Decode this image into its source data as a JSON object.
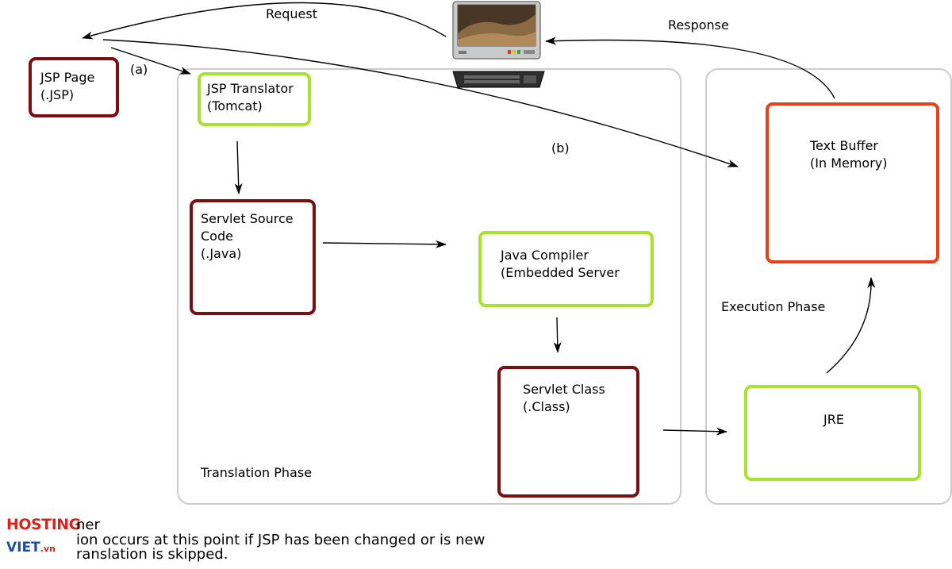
{
  "labels": {
    "request": "Request",
    "response": "Response",
    "a": "(a)",
    "b": "(b)",
    "translation_phase": "Translation Phase",
    "execution_phase": "Execution Phase"
  },
  "boxes": {
    "jsp_page": "JSP Page\n(.JSP)",
    "jsp_translator": "JSP Translator\n(Tomcat)",
    "servlet_source": "Servlet Source\nCode\n(.Java)",
    "java_compiler": "Java Compiler\n(Embedded Server",
    "servlet_class": "Servlet Class\n(.Class)",
    "text_buffer": "Text Buffer\n(In Memory)",
    "jre": "JRE"
  },
  "logo": {
    "hosting": "HOSTING",
    "viet": "VIET",
    "vn": ".vn"
  },
  "footer": {
    "line1": "ner",
    "line2": "ion occurs at this point if JSP has been changed or is new",
    "line3": "ranslation is skipped."
  },
  "colors": {
    "maroon": "#7a0f0f",
    "green": "#a6e22e",
    "red": "#e8401a",
    "phase_border": "#cccccc"
  },
  "icons": {
    "computer": "computer-icon"
  }
}
